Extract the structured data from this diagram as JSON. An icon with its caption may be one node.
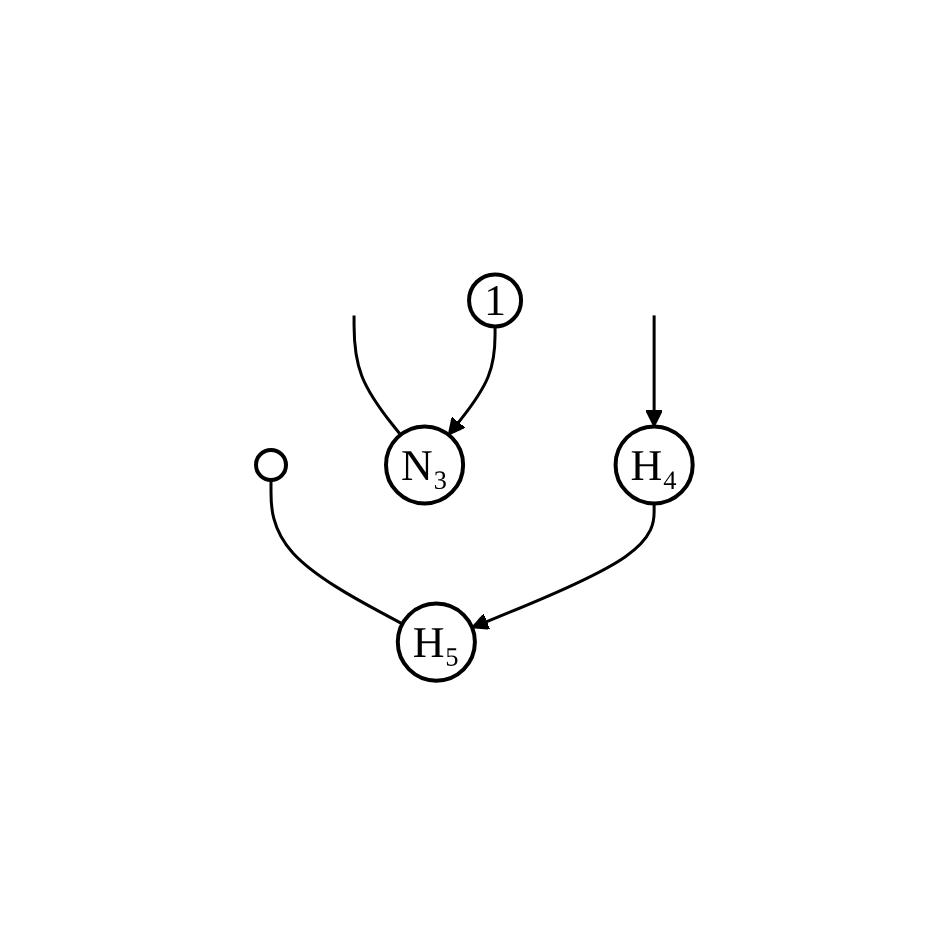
{
  "diagram": {
    "nodes": [
      {
        "text": [],
        "shape": "circle"
      },
      {
        "text": [
          "N₃"
        ]
      },
      {
        "text": [
          "H₅"
        ]
      },
      {
        "text": [
          "H₄"
        ]
      },
      {
        "text": [
          "1"
        ]
      }
    ],
    "edges": [
      {
        "from": null,
        "to": 1,
        "arrow": "none"
      },
      {
        "from": 4,
        "to": 1,
        "arrow": "to"
      },
      {
        "from": 0,
        "to": 2,
        "arrow": "none"
      },
      {
        "from": 3,
        "to": 2,
        "arrow": "to"
      },
      {
        "from": null,
        "to": 3,
        "arrow": "to"
      }
    ]
  }
}
